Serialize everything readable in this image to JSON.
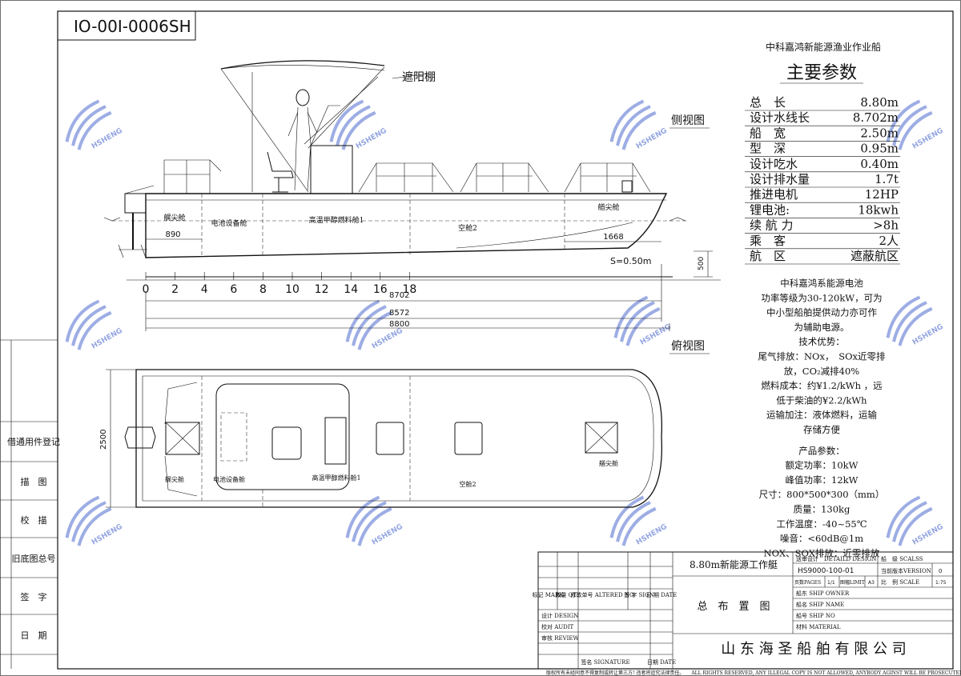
{
  "drawing_number": "IO-00I-0006SH",
  "sidebar_labels": [
    "借通用件登记",
    "描　图",
    "校　描",
    "旧底图总号",
    "签　字",
    "日　期"
  ],
  "annotations": {
    "sunshade": "遮阳棚",
    "side_view": "侧视图",
    "top_view": "俯视图",
    "fore_peak": "艏尖舱",
    "aft_peak": "艉尖舱",
    "battery_room": "电池设备舱",
    "fuel_tank": "高温甲醇燃料舱1",
    "void": "空舱2",
    "spacing": "S=0.50m",
    "dim_890": "890",
    "dim_1668": "1668",
    "dim_500": "500",
    "dim_2500": "2500",
    "dim_8702": "8702",
    "dim_8572": "8572",
    "dim_8800": "8800"
  },
  "frame_ticks": [
    "0",
    "2",
    "4",
    "6",
    "8",
    "10",
    "12",
    "14",
    "16",
    "18"
  ],
  "specs": {
    "company_title": "中科嘉鸿新能源渔业作业船",
    "heading": "主要参数",
    "rows": [
      {
        "label": "总　长",
        "value": "8.80m"
      },
      {
        "label": "设计水线长",
        "value": "8.702m"
      },
      {
        "label": "船　宽",
        "value": "2.50m"
      },
      {
        "label": "型　深",
        "value": "0.95m"
      },
      {
        "label": "设计吃水",
        "value": "0.40m"
      },
      {
        "label": "设计排水量",
        "value": "1.7t"
      },
      {
        "label": "推进电机",
        "value": "12HP"
      },
      {
        "label": "锂电池:",
        "value": "18kwh"
      },
      {
        "label": "续 航 力",
        "value": ">8h"
      },
      {
        "label": "乘　客",
        "value": "2人"
      },
      {
        "label": "航　区",
        "value": "遮蔽航区"
      }
    ]
  },
  "description": [
    "中科嘉鸿系能源电池",
    "功率等级为30-120kW，可为",
    "中小型船舶提供动力亦可作",
    "为辅助电源。",
    "技术优势：",
    "尾气排放：NOx，　SOx近零排",
    "放，CO₂减排40%",
    "燃料成本：约¥1.2/kWh ，远",
    "低于柴油的¥2.2/kWh",
    "运输加注：液体燃料，运输",
    "存储方便",
    "产品参数：",
    "额定功率：10kW",
    "峰值功率：12kW",
    "尺寸：800*500*300（mm）",
    "质量：130kg",
    "工作温度：-40~55℃",
    "噪音：<60dB@1m",
    "NOX、SOX排放：近零排放"
  ],
  "title_block": {
    "vessel": "8.80m新能源工作艇",
    "drawing_title": "总　布　置　图",
    "company": "山 东 海 圣 船 舶 有 限 公 司",
    "stage": "送审设计　DETAILD DESIGN",
    "class_label": "船　级 SCALSS",
    "drawing_no": "HS9000-100-01",
    "version_label": "当前版本VERSION",
    "version": "0",
    "pages_label": "页数PAGES",
    "pages": "1/1",
    "paper_label": "图幅LIMIT",
    "paper": "A3",
    "scale_label": "比　例 SCALE",
    "scale": "1:75",
    "owner_label": "船东 SHIP OWNER",
    "ship_name_label": "船名 SHIP NAME",
    "ship_no_label": "船号 SHIP NO",
    "material_label": "材料 MATERIAL",
    "mark_label": "标记 MARK",
    "qty_label": "数量 QTY",
    "altered_label": "修改单号 ALTERED NO.",
    "sign_label": "签 字 SIGN",
    "date_label": "日 期 DATE",
    "design_label": "设计 DESIGN",
    "audit_label": "校对 AUDIT",
    "review_label": "审核 REVIEW",
    "signature_label": "签名 SIGNATURE",
    "date2_label": "日期 DATE"
  },
  "footer_notice": "版权所有未经同意不得复制或转让第三方! 违者将追究法律责任。　　ALL RIGHTS RESERVED, ANY ILLEGAL COPY IS NOT ALLOWED, ANYBODY AGINST WILL BE PROSECUTED.",
  "watermark": "HSHENG",
  "colors": {
    "line": "#111111",
    "watermark": "#3b5cc9"
  }
}
